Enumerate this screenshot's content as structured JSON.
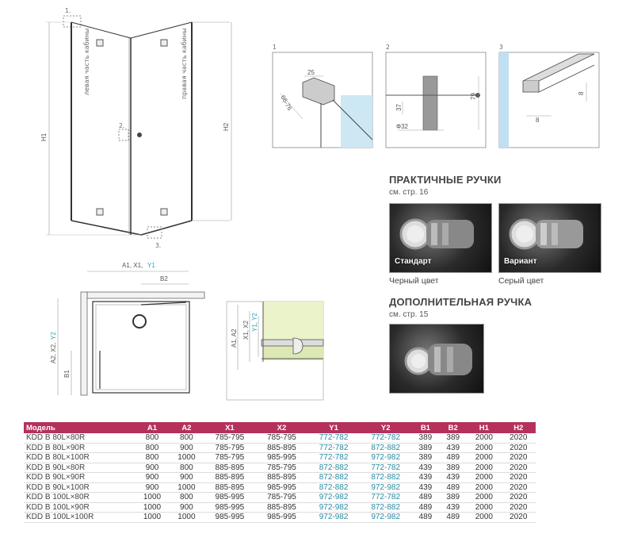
{
  "drawing": {
    "marker_1": "1.",
    "marker_2": "2.",
    "marker_3": "3.",
    "left_part_label": "левая часть кабины",
    "right_part_label": "правая часть кабины",
    "h1": "H1",
    "h2": "H2",
    "plan_a": "A1, X1,",
    "plan_a_cyan": "Y1",
    "plan_b": "B2",
    "plan_side": "A2, X2,",
    "plan_side_cyan": "Y2",
    "plan_b1": "B1",
    "section_a": "A1, A2",
    "section_x": "X1, X2",
    "section_y": "Y1, Y2"
  },
  "details": [
    {
      "num": "1",
      "dims": [
        "25",
        "66-76"
      ]
    },
    {
      "num": "2",
      "dims": [
        "37",
        "79",
        "Ф32"
      ]
    },
    {
      "num": "3",
      "dims": [
        "8",
        "8"
      ]
    }
  ],
  "handles": {
    "title": "ПРАКТИЧНЫЕ РУЧКИ",
    "ref": "см. стр. 16",
    "items": [
      {
        "label": "Стандарт",
        "caption": "Черный цвет"
      },
      {
        "label": "Вариант",
        "caption": "Серый цвет"
      }
    ]
  },
  "extra_handle": {
    "title": "ДОПОЛНИТЕЛЬНАЯ РУЧКА",
    "ref": "см. стр. 15"
  },
  "table": {
    "headers": [
      "Модель",
      "A1",
      "A2",
      "X1",
      "X2",
      "Y1",
      "Y2",
      "B1",
      "B2",
      "H1",
      "H2"
    ],
    "rows": [
      [
        "KDD B 80L×80R",
        "800",
        "800",
        "785-795",
        "785-795",
        "772-782",
        "772-782",
        "389",
        "389",
        "2000",
        "2020"
      ],
      [
        "KDD B 80L×90R",
        "800",
        "900",
        "785-795",
        "885-895",
        "772-782",
        "872-882",
        "389",
        "439",
        "2000",
        "2020"
      ],
      [
        "KDD B 80L×100R",
        "800",
        "1000",
        "785-795",
        "985-995",
        "772-782",
        "972-982",
        "389",
        "489",
        "2000",
        "2020"
      ],
      [
        "KDD B 90L×80R",
        "900",
        "800",
        "885-895",
        "785-795",
        "872-882",
        "772-782",
        "439",
        "389",
        "2000",
        "2020"
      ],
      [
        "KDD B 90L×90R",
        "900",
        "900",
        "885-895",
        "885-895",
        "872-882",
        "872-882",
        "439",
        "439",
        "2000",
        "2020"
      ],
      [
        "KDD B 90L×100R",
        "900",
        "1000",
        "885-895",
        "985-995",
        "872-882",
        "972-982",
        "439",
        "489",
        "2000",
        "2020"
      ],
      [
        "KDD B 100L×80R",
        "1000",
        "800",
        "985-995",
        "785-795",
        "972-982",
        "772-782",
        "489",
        "389",
        "2000",
        "2020"
      ],
      [
        "KDD B 100L×90R",
        "1000",
        "900",
        "985-995",
        "885-895",
        "972-982",
        "872-882",
        "489",
        "439",
        "2000",
        "2020"
      ],
      [
        "KDD B 100L×100R",
        "1000",
        "1000",
        "985-995",
        "985-995",
        "972-982",
        "972-982",
        "489",
        "489",
        "2000",
        "2020"
      ]
    ]
  }
}
